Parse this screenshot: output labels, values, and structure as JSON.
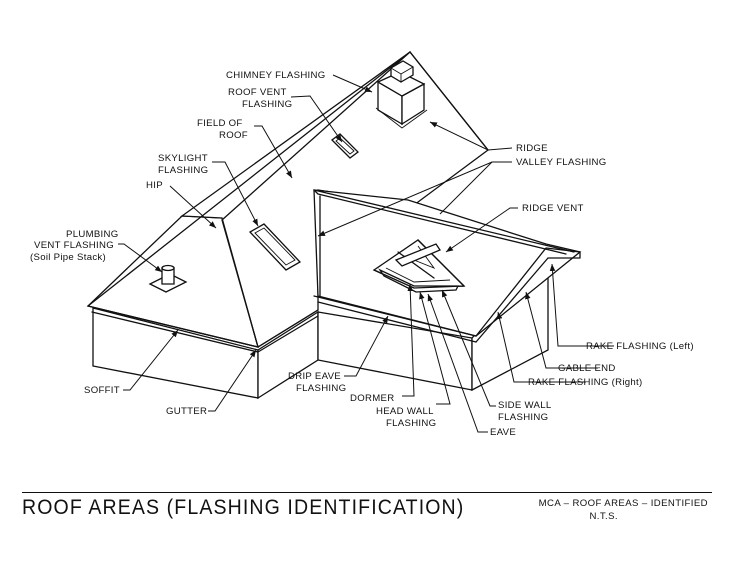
{
  "title": "ROOF AREAS (FLASHING IDENTIFICATION)",
  "reference": "MCA – ROOF AREAS – IDENTIFIED",
  "scale_note": "N.T.S.",
  "labels": {
    "chimney_flashing": "CHIMNEY FLASHING",
    "roof_vent_1": "ROOF VENT",
    "roof_vent_2": "FLASHING",
    "field_1": "FIELD OF",
    "field_2": "ROOF",
    "skylight_1": "SKYLIGHT",
    "skylight_2": "FLASHING",
    "hip": "HIP",
    "plumbing_1": "PLUMBING",
    "plumbing_2": "VENT FLASHING",
    "plumbing_3": "(Soil Pipe Stack)",
    "soffit": "SOFFIT",
    "gutter": "GUTTER",
    "ridge": "RIDGE",
    "valley_flashing": "VALLEY FLASHING",
    "ridge_vent": "RIDGE VENT",
    "rake_left": "RAKE FLASHING (Left)",
    "gable_end": "GABLE END",
    "rake_right": "RAKE FLASHING (Right)",
    "side_wall_1": "SIDE WALL",
    "side_wall_2": "FLASHING",
    "eave": "EAVE",
    "head_wall_1": "HEAD WALL",
    "head_wall_2": "FLASHING",
    "dormer": "DORMER",
    "drip_eave_1": "DRIP EAVE",
    "drip_eave_2": "FLASHING"
  }
}
